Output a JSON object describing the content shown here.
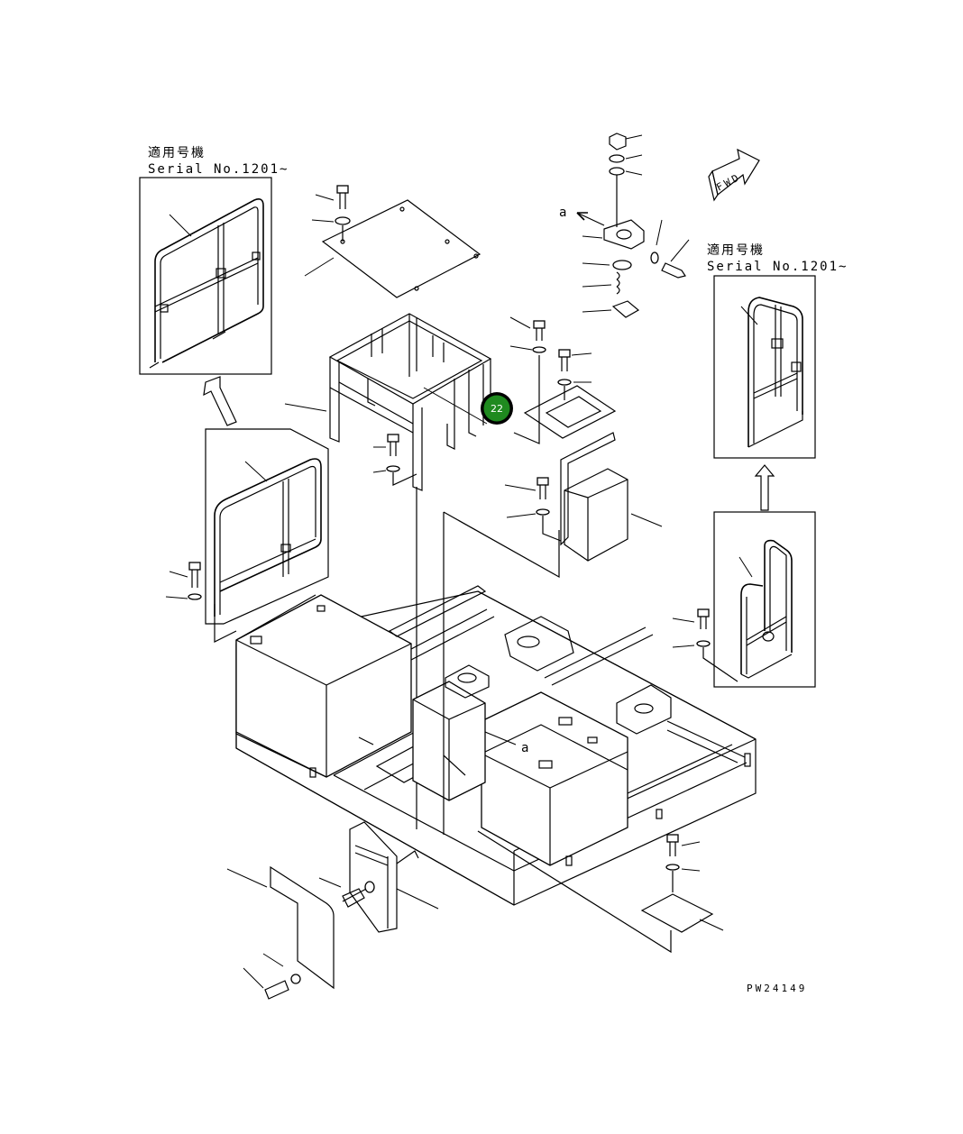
{
  "labels": {
    "serial_left_jp": "適用号機",
    "serial_left_en": "Serial No.1201~",
    "serial_right_jp": "適用号機",
    "serial_right_en": "Serial No.1201~",
    "fwd": "FWD",
    "detail_a_top": "a",
    "detail_a_mid": "a",
    "drawing_no": "PW24149"
  },
  "callout": {
    "number": "22",
    "color": "#1f8a1f",
    "ring_color": "#000000"
  }
}
